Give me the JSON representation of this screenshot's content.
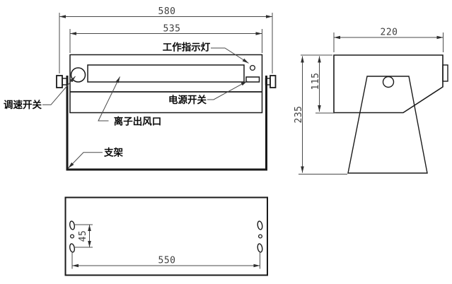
{
  "colors": {
    "background": "#ffffff",
    "object_line": "#1a1a1a",
    "dim_line": "#4a4a4a",
    "dim_text": "#3f3f3f",
    "label_text": "#0a0a0a"
  },
  "front_view": {
    "dim_overall_width": "580",
    "dim_body_width": "535",
    "label_indicator_light": "工作指示灯",
    "label_speed_switch": "调速开关",
    "label_power_switch": "电源开关",
    "label_ion_outlet": "离子出风口",
    "label_bracket": "支架"
  },
  "side_view": {
    "dim_depth": "220",
    "dim_body_height": "115",
    "dim_overall_height": "235"
  },
  "bottom_view": {
    "dim_hole_pitch_vertical": "45",
    "dim_mount_width": "550"
  }
}
